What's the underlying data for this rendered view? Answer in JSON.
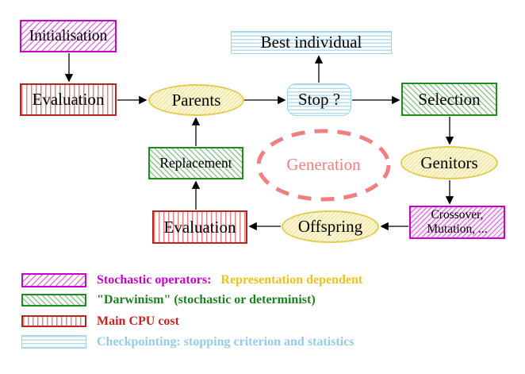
{
  "title": "Evolutionary algorithm generation loop",
  "colors": {
    "magenta": "#c800c8",
    "green": "#1f8c1f",
    "red": "#bb2222",
    "cyan": "#a0d2e8",
    "yellow": "#e3cc52",
    "salmon": "#f08080",
    "gold_text": "#e8c31e",
    "arrow": "#000000"
  },
  "nodes": {
    "initialisation": {
      "label": "Initialisation"
    },
    "evaluation_top": {
      "label": "Evaluation"
    },
    "parents": {
      "label": "Parents"
    },
    "best_individual": {
      "label": "Best individual"
    },
    "stop": {
      "label": "Stop ?"
    },
    "selection": {
      "label": "Selection"
    },
    "genitors": {
      "label": "Genitors"
    },
    "crossover_mutation": {
      "line1": "Crossover,",
      "line2": "Mutation, ..."
    },
    "offspring": {
      "label": "Offspring"
    },
    "evaluation_bottom": {
      "label": "Evaluation"
    },
    "replacement": {
      "label": "Replacement"
    },
    "generation": {
      "label": "Generation"
    }
  },
  "legend": {
    "items": [
      {
        "swatch": "magenta-hatch",
        "label": "Stochastic operators:",
        "label_suffix": "Representation dependent"
      },
      {
        "swatch": "green-hatch",
        "label": "\"Darwinism\" (stochastic or determinist)"
      },
      {
        "swatch": "red-stripes",
        "label": "Main CPU cost"
      },
      {
        "swatch": "cyan-stripes",
        "label": "Checkpointing: stopping criterion and statistics"
      }
    ]
  }
}
